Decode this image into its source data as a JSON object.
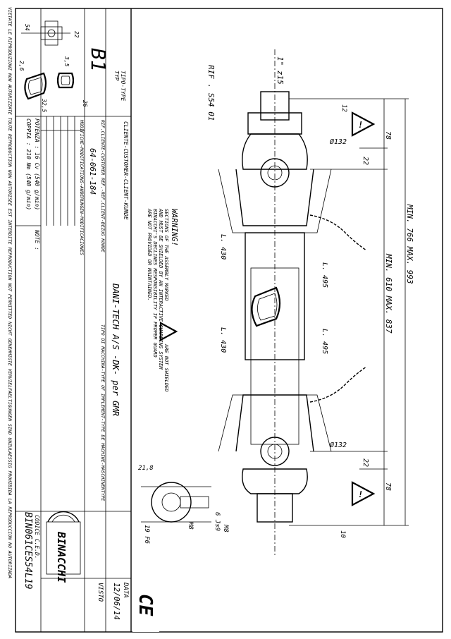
{
  "margin_notices": {
    "left_text": "VIETATE LE RIPRODUZIONI NON AUTORIZZATE        TOUTE REPRODUCTION NON AUTORISEE EST INTERDITE        REPRODUCTION NOT PERMITTED        NICHT GENEHMIGTE VERVIELFAELTIGUNGEN SIND UNZULAESSIG        PROHIBIDA LA REPRODUCCION NO AUTORIZADA"
  },
  "title_block": {
    "type_label": "TIPO-TYPE\nTYP",
    "type_value": "B1",
    "client_label": "CLIENTE-CUSTOMER-CLIENT-KUNDE",
    "client_value": "DANI-TECH A/S  -DK-  per GMR",
    "client_ref_label": "RIF.CLIENTE-CUSTOMER REF.-REF.CLIENT-BEZUG KUNDE",
    "client_ref_value": "64-061-184",
    "machine_type_label": "TIPO DI MACCHINA-TYPE OF IMPLEMENT-TYPE DE MACHINE-MASCHINENTYPE",
    "modifications_label": "MODIFICHE-MODIFICATIONS-ANDERUNGEN-MODIFICACIONES",
    "power": "POTENZA : 16 Cv  (540 g/min)",
    "torque": "COPPIA : 210 Nm (540 g/min)",
    "note_label": "NOTE :",
    "brand": "BINACCHI",
    "code_label": "CODICE C.E.D.",
    "code_value": "BIN061CES54L19",
    "date_label": "DATA",
    "date_value": "12/06/14",
    "visto_label": "VISTO",
    "ce_mark": "CE"
  },
  "profile_details": {
    "dim_54": "54",
    "dim_22": "22",
    "dim_35": "3,5",
    "dim_26_a": "2,6",
    "dim_26_b": "26",
    "dim_325": "32,5"
  },
  "drawing": {
    "rif": "RIF . S54 01",
    "spline": "1\" z15",
    "dim_12": "12",
    "dim_78_top": "78",
    "dim_78_bottom": "78",
    "dim_22_top": "22",
    "dim_22_bottom": "22",
    "dia_132_top": "Ø132",
    "dia_132_bottom": "Ø132",
    "length_label": "MIN. 610  MAX. 837",
    "overall_label": "MIN. 766  MAX. 993",
    "tube_l430_a": "L. 430",
    "tube_l430_b": "L. 430",
    "tube_l495_a": "L. 495",
    "tube_l495_b": "L. 495",
    "dim_10": "10",
    "dim_218": "21,8",
    "dim_m8_a": "M8",
    "dim_m8_b": "M8",
    "dim_6j9": "6 Js9",
    "dim_19f6": "19 F6",
    "warning_title": "WARNING!",
    "warning_text": [
      "SECTIONS OF THE ASSEMBLY MARKED",
      "AND MUST BE SHIELDED BY AN INTERACTIVE GUARDING SYSTEM",
      "BINACCHI'S DECLINES RESPONSIBILITY IF PROPER GUARD",
      "ARE NOT PROVIDED OR MAINTAINED."
    ],
    "warning_tail": "ARE NOT SHIELDED"
  }
}
